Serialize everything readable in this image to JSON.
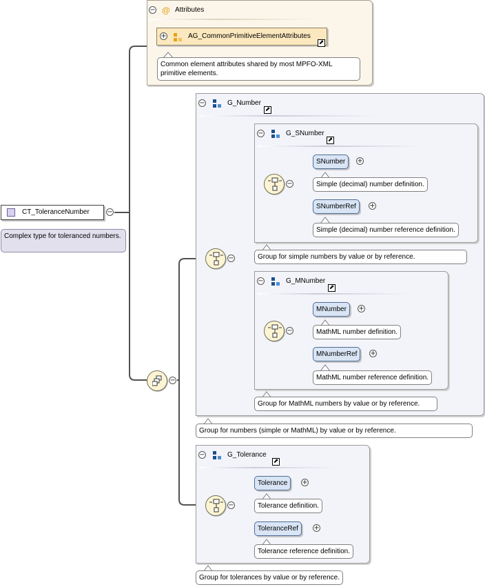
{
  "complex_type": {
    "name": "CT_ToleranceNumber",
    "doc": "Complex type for toleranced numbers."
  },
  "attributes": {
    "title": "Attributes",
    "group_ref": "AG_CommonPrimitiveElementAttributes",
    "doc": "Common element attributes shared by most MPFO-XML primitive elements."
  },
  "g_number": {
    "name": "G_Number",
    "doc": "Group for numbers (simple or MathML) by value or by reference.",
    "g_snumber": {
      "name": "G_SNumber",
      "doc": "Group for simple numbers by value or by reference.",
      "elements": [
        {
          "name": "SNumber",
          "doc": "Simple (decimal) number definition."
        },
        {
          "name": "SNumberRef",
          "doc": "Simple (decimal) number reference definition."
        }
      ]
    },
    "g_mnumber": {
      "name": "G_MNumber",
      "doc": "Group for MathML numbers by value or by reference.",
      "elements": [
        {
          "name": "MNumber",
          "doc": "MathML number definition."
        },
        {
          "name": "MNumberRef",
          "doc": "MathML number reference definition."
        }
      ]
    }
  },
  "g_tolerance": {
    "name": "G_Tolerance",
    "doc": "Group for tolerances by value or by reference.",
    "elements": [
      {
        "name": "Tolerance",
        "doc": "Tolerance definition."
      },
      {
        "name": "ToleranceRef",
        "doc": "Tolerance reference definition."
      }
    ]
  },
  "symbols": {
    "collapse": "−",
    "expand": "+",
    "at": "@",
    "link": "⬈"
  },
  "colors": {
    "connector": "#505050",
    "group_icon_dark": "#1c4f8a",
    "group_icon_light": "#4a90d6",
    "attr_icon": "#e6a21a"
  }
}
